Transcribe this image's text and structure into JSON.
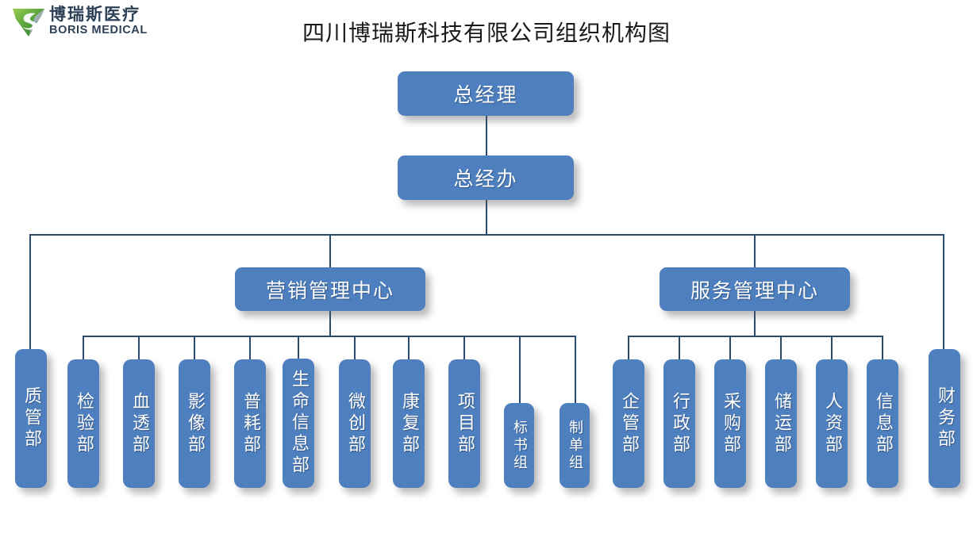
{
  "logo": {
    "mark_name": "boris-medical-logo-mark",
    "cn_name": "博瑞斯医疗",
    "en_name": "BORIS MEDICAL",
    "color_green": "#67b33a",
    "color_dark": "#2e4156"
  },
  "title": "四川博瑞斯科技有限公司组织机构图",
  "theme": {
    "node_fill": "#4e7fbe",
    "line_color": "#2b4a6f",
    "node_text": "#ffffff",
    "background": "#ffffff"
  },
  "nodes": {
    "general_manager": "总经理",
    "gm_office": "总经办",
    "marketing_center": "营销管理中心",
    "service_center": "服务管理中心"
  },
  "departments": {
    "direct": [
      {
        "label": "质管部"
      },
      {
        "label": "财务部"
      }
    ],
    "marketing": [
      {
        "label": "检验部"
      },
      {
        "label": "血透部"
      },
      {
        "label": "影像部"
      },
      {
        "label": "普耗部"
      },
      {
        "label": "生命信息部"
      },
      {
        "label": "微创部"
      },
      {
        "label": "康复部"
      },
      {
        "label": "项目部"
      },
      {
        "label": "标书组"
      },
      {
        "label": "制单组"
      }
    ],
    "service": [
      {
        "label": "企管部"
      },
      {
        "label": "行政部"
      },
      {
        "label": "采购部"
      },
      {
        "label": "储运部"
      },
      {
        "label": "人资部"
      },
      {
        "label": "信息部"
      }
    ]
  }
}
